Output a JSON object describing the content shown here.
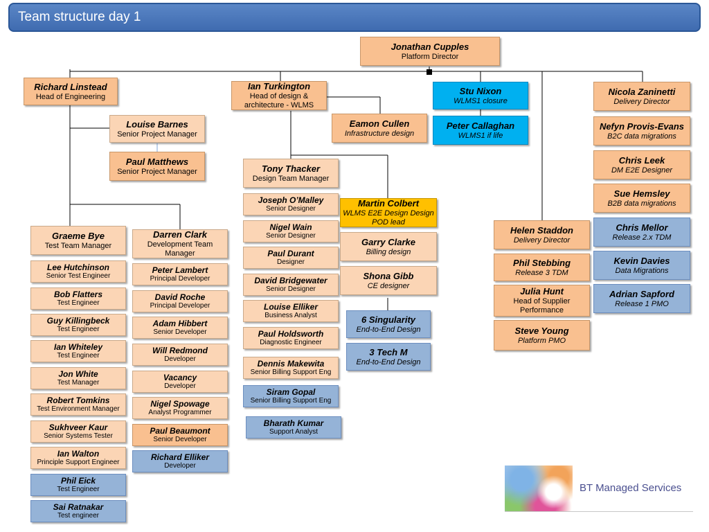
{
  "header": {
    "title": "Team structure day 1"
  },
  "logo": {
    "text": "BT Managed Services"
  },
  "org": [
    {
      "id": "jonathan",
      "name": "Jonathan Cupples",
      "role": "Platform Director",
      "italic": false
    },
    {
      "id": "richard-l",
      "name": "Richard Linstead",
      "role": "Head of Engineering",
      "italic": false
    },
    {
      "id": "louise-b",
      "name": "Louise Barnes",
      "role": "Senior Project Manager",
      "italic": false
    },
    {
      "id": "paul-m",
      "name": "Paul Matthews",
      "role": "Senior Project Manager",
      "italic": false
    },
    {
      "id": "graeme",
      "name": "Graeme Bye",
      "role": "Test Team Manager",
      "italic": false
    },
    {
      "id": "lee",
      "name": "Lee Hutchinson",
      "role": "Senior Test Engineer",
      "italic": false
    },
    {
      "id": "bob",
      "name": "Bob Flatters",
      "role": "Test Engineer",
      "italic": false
    },
    {
      "id": "guy",
      "name": "Guy Killingbeck",
      "role": "Test Engineer",
      "italic": false
    },
    {
      "id": "ian-w",
      "name": "Ian Whiteley",
      "role": "Test Engineer",
      "italic": false
    },
    {
      "id": "jon",
      "name": "Jon White",
      "role": "Test Manager",
      "italic": false
    },
    {
      "id": "robert",
      "name": "Robert Tomkins",
      "role": "Test Environment Manager",
      "italic": false
    },
    {
      "id": "sukhveer",
      "name": "Sukhveer Kaur",
      "role": "Senior Systems Tester",
      "italic": false
    },
    {
      "id": "ian-wa",
      "name": "Ian Walton",
      "role": "Principle Support Engineer",
      "italic": false
    },
    {
      "id": "phil-e",
      "name": "Phil Eick",
      "role": "Test Engineer",
      "italic": false
    },
    {
      "id": "sai",
      "name": "Sai Ratnakar",
      "role": "Test engineer",
      "italic": false
    },
    {
      "id": "darren",
      "name": "Darren Clark",
      "role": "Development Team Manager",
      "italic": false
    },
    {
      "id": "peter-l",
      "name": "Peter Lambert",
      "role": "Principal Developer",
      "italic": false
    },
    {
      "id": "david-r",
      "name": "David Roche",
      "role": "Principal Developer",
      "italic": false
    },
    {
      "id": "adam",
      "name": "Adam Hibbert",
      "role": "Senior Developer",
      "italic": false
    },
    {
      "id": "will",
      "name": "Will Redmond",
      "role": "Developer",
      "italic": false
    },
    {
      "id": "vacancy",
      "name": "Vacancy",
      "role": "Developer",
      "italic": false
    },
    {
      "id": "nigel-s",
      "name": "Nigel Spowage",
      "role": "Analyst Programmer",
      "italic": false
    },
    {
      "id": "paul-b",
      "name": "Paul Beaumont",
      "role": "Senior Developer",
      "italic": false
    },
    {
      "id": "richard-e",
      "name": "Richard Elliker",
      "role": "Developer",
      "italic": false
    },
    {
      "id": "ian-t",
      "name": "Ian Turkington",
      "role": "Head of design & architecture - WLMS",
      "italic": false
    },
    {
      "id": "eamon",
      "name": "Eamon Cullen",
      "role": "Infrastructure design",
      "italic": true
    },
    {
      "id": "tony",
      "name": "Tony Thacker",
      "role": "Design Team Manager",
      "italic": false
    },
    {
      "id": "joseph",
      "name": "Joseph O’Malley",
      "role": "Senior Designer",
      "italic": false
    },
    {
      "id": "nigel-w",
      "name": "Nigel Wain",
      "role": "Senior Designer",
      "italic": false
    },
    {
      "id": "paul-d",
      "name": "Paul Durant",
      "role": "Designer",
      "italic": false
    },
    {
      "id": "david-b",
      "name": "David Bridgewater",
      "role": "Senior Designer",
      "italic": false
    },
    {
      "id": "louise-e",
      "name": "Louise Elliker",
      "role": "Business Analyst",
      "italic": false
    },
    {
      "id": "paul-h",
      "name": "Paul Holdsworth",
      "role": "Diagnostic Engineer",
      "italic": false
    },
    {
      "id": "dennis",
      "name": "Dennis Makewita",
      "role": "Senior Billing Support Eng",
      "italic": false
    },
    {
      "id": "siram",
      "name": "Siram Gopal",
      "role": "Senior Billing Support  Eng",
      "italic": false
    },
    {
      "id": "bharath",
      "name": "Bharath Kumar",
      "role": "Support Analyst",
      "italic": false
    },
    {
      "id": "martin",
      "name": "Martin Colbert",
      "role": "WLMS E2E Design Design POD lead",
      "italic": true
    },
    {
      "id": "garry",
      "name": "Garry Clarke",
      "role": "Billing design",
      "italic": true
    },
    {
      "id": "shona",
      "name": "Shona Gibb",
      "role": "CE designer",
      "italic": true
    },
    {
      "id": "six",
      "name": "6 Singularity",
      "role": "End-to-End Design",
      "italic": true
    },
    {
      "id": "three",
      "name": "3 Tech M",
      "role": "End-to-End Design",
      "italic": true
    },
    {
      "id": "stu",
      "name": "Stu Nixon",
      "role": "WLMS1 closure",
      "italic": true
    },
    {
      "id": "peter-c",
      "name": "Peter Callaghan",
      "role": "WLMS1 if life",
      "italic": true
    },
    {
      "id": "helen",
      "name": "Helen Staddon",
      "role": "Delivery Director",
      "italic": true
    },
    {
      "id": "phil-s",
      "name": "Phil Stebbing",
      "role": "Release 3  TDM",
      "italic": true
    },
    {
      "id": "julia",
      "name": "Julia Hunt",
      "role": "Head of Supplier Performance",
      "italic": false
    },
    {
      "id": "steve",
      "name": "Steve Young",
      "role": "Platform PMO",
      "italic": true
    },
    {
      "id": "nicola",
      "name": "Nicola Zaninetti",
      "role": "Delivery Director",
      "italic": true
    },
    {
      "id": "nefyn",
      "name": "Nefyn Provis-Evans",
      "role": "B2C data migrations",
      "italic": true
    },
    {
      "id": "chris-l",
      "name": "Chris Leek",
      "role": "DM E2E Designer",
      "italic": true
    },
    {
      "id": "sue",
      "name": "Sue Hemsley",
      "role": "B2B data migrations",
      "italic": true
    },
    {
      "id": "chris-m",
      "name": "Chris Mellor",
      "role": "Release 2.x TDM",
      "italic": true
    },
    {
      "id": "kevin",
      "name": "Kevin Davies",
      "role": "Data Migrations",
      "italic": true
    },
    {
      "id": "adrian",
      "name": "Adrian Sapford",
      "role": "Release 1 PMO",
      "italic": true
    }
  ]
}
